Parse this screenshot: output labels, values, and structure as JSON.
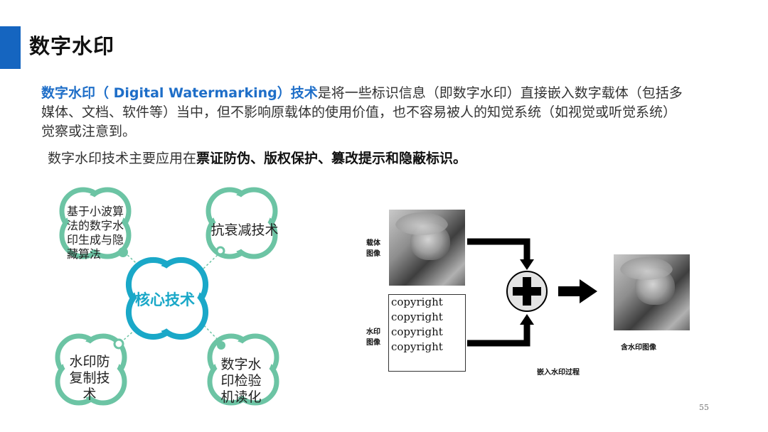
{
  "slide": {
    "title": "数字水印",
    "intro_highlight": "数字水印（ Digital Watermarking）技术",
    "intro_rest": "是将一些标识信息（即数字水印）直接嵌入数字载体（包括多媒体、文档、软件等）当中，但不影响原载体的使用价值，也不容易被人的知觉系统（如视觉或听觉系统）觉察或注意到。",
    "app_prefix": "数字水印技术主要应用在",
    "app_bold": "票证防伪、版权保护、篡改提示和隐蔽标识。",
    "page_number": "55"
  },
  "diagram": {
    "core": "核心技术",
    "top_left": "基于小波算法的数字水印生成与隐藏算法",
    "top_right": "抗衰减技术",
    "bottom_left": "水印防复制技术",
    "bottom_right": "数字水印检验机读化"
  },
  "figure": {
    "carrier_label": "载体图像",
    "watermark_label": "水印图像",
    "copyright_lines": [
      "copyright",
      "copyright",
      "copyright",
      "copyright"
    ],
    "result_label": "含水印图像",
    "process_label": "嵌入水印过程",
    "plus_symbol": "+"
  },
  "colors": {
    "accent_blue": "#1565c0",
    "highlight_text": "#1e6ec8",
    "ring_green": "#6cc4a4",
    "core_cyan": "#1aa8c8"
  }
}
